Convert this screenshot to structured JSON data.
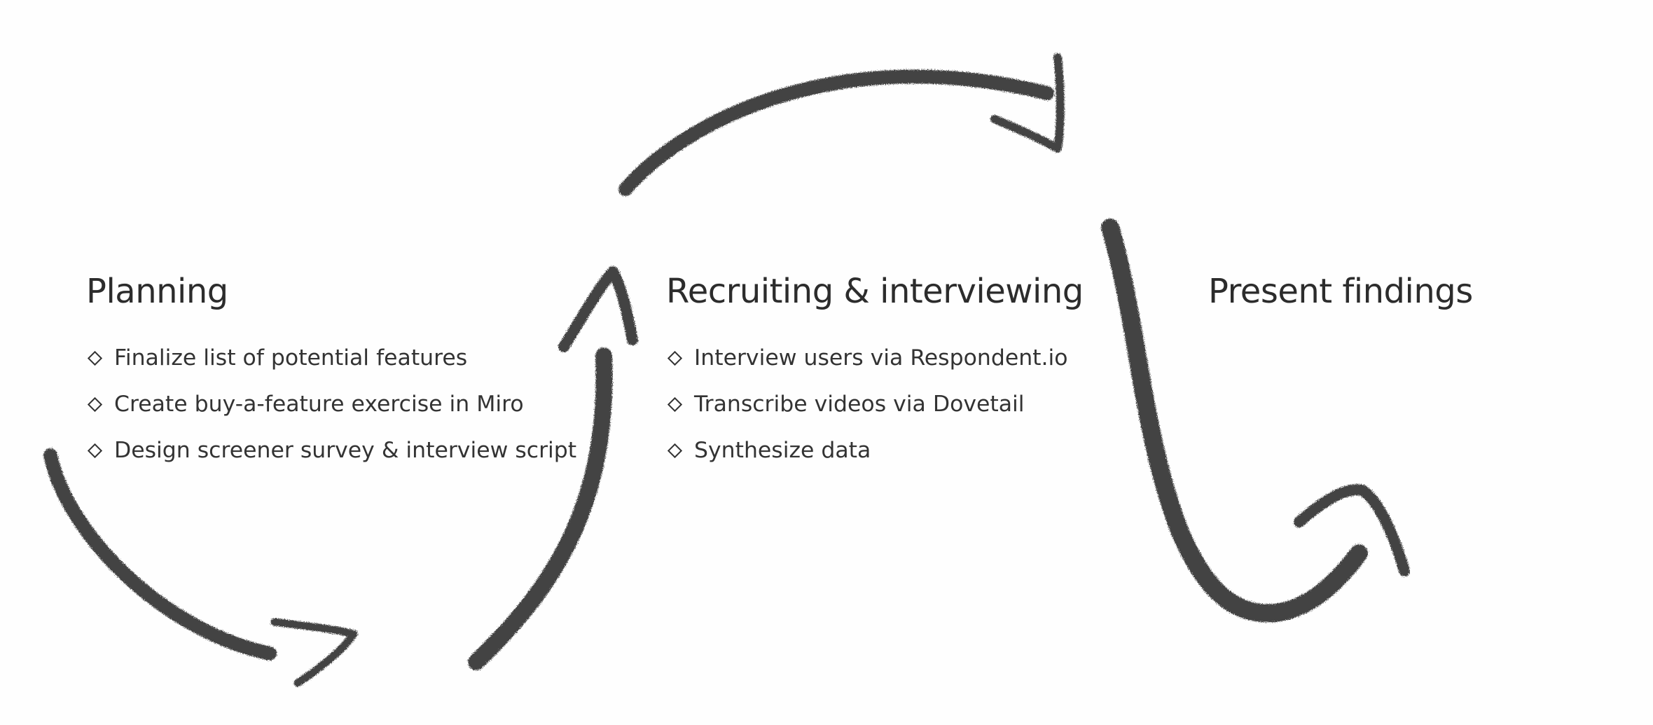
{
  "stages": [
    {
      "title": "Planning",
      "tasks": [
        "Finalize list of potential features",
        "Create buy-a-feature exercise in Miro",
        "Design screener survey & interview script"
      ]
    },
    {
      "title": "Recruiting & interviewing",
      "tasks": [
        "Interview users via Respondent.io",
        "Transcribe videos via Dovetail",
        "Synthesize data"
      ]
    },
    {
      "title": "Present findings",
      "tasks": []
    }
  ],
  "colors": {
    "background": "#fefefe",
    "text": "#2c2c2c",
    "arrow": "#2a2a2a"
  },
  "icons": [
    "diamond-bullet-icon",
    "hand-drawn-arrow-icon"
  ]
}
